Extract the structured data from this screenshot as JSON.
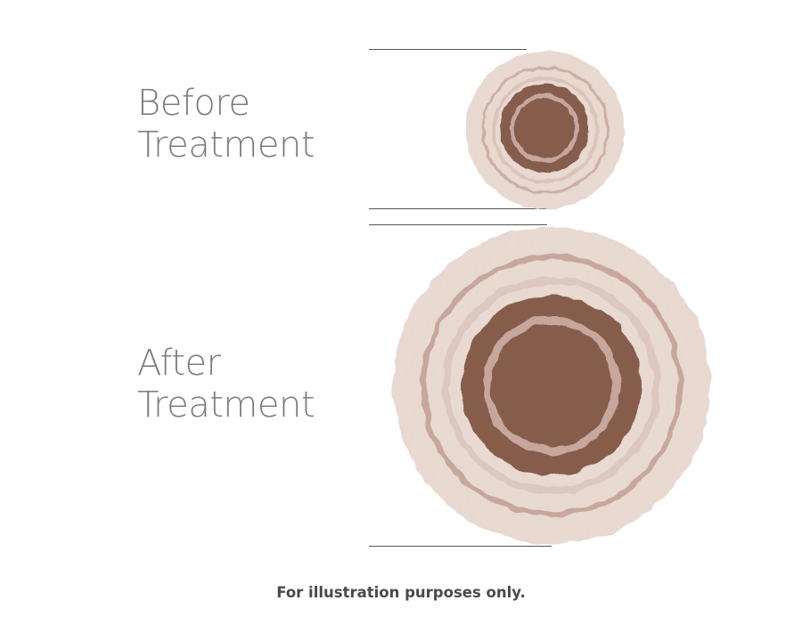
{
  "before": {
    "line1": "Before",
    "line2": "Treatment"
  },
  "after": {
    "line1": "After",
    "line2": "Treatment"
  },
  "footnote": "For illustration purposes only.",
  "colors": {
    "skin_light": "#e8d9d1",
    "skin_speckle": "#d9c3b8",
    "ring": "#c29f94",
    "pore_center": "#865b4c",
    "pore_ring": "#c7a79d",
    "label_text": "#7d7d7d",
    "rule": "#555555"
  }
}
